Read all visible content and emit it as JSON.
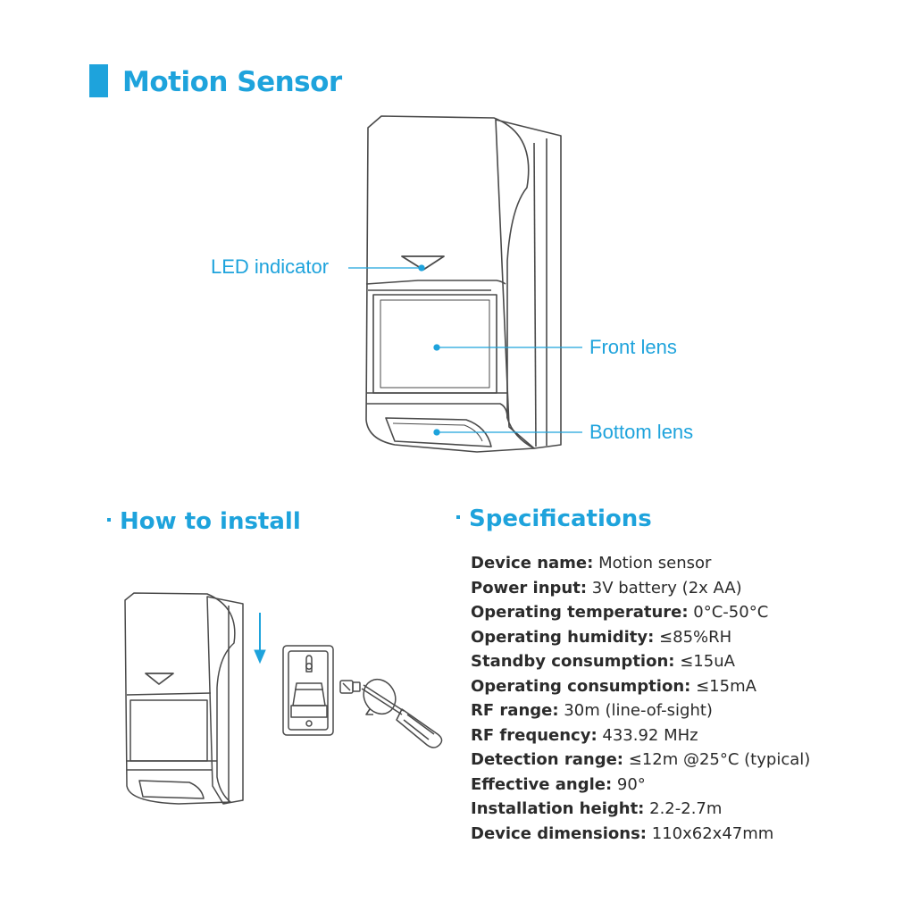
{
  "page": {
    "title": "Motion Sensor",
    "accent_color": "#1ea3dc"
  },
  "diagram": {
    "callouts": {
      "led": "LED indicator",
      "front_lens": "Front lens",
      "bottom_lens": "Bottom lens"
    }
  },
  "install": {
    "heading": "How to install",
    "icons": [
      "sensor-device-icon",
      "down-arrow-icon",
      "wall-bracket-icon",
      "screw-icon",
      "screwdriver-icon",
      "rotate-arrow-icon"
    ]
  },
  "specs": {
    "heading": "Specifications",
    "items": [
      {
        "label": "Device name:",
        "value": "Motion sensor"
      },
      {
        "label": "Power input:",
        "value": "3V battery (2x AA)"
      },
      {
        "label": "Operating temperature:",
        "value": "0°C-50°C"
      },
      {
        "label": "Operating humidity:",
        "value": "≤85%RH"
      },
      {
        "label": "Standby consumption:",
        "value": "≤15uA"
      },
      {
        "label": "Operating consumption:",
        "value": "≤15mA"
      },
      {
        "label": "RF range:",
        "value": "30m (line-of-sight)"
      },
      {
        "label": "RF frequency:",
        "value": "433.92 MHz"
      },
      {
        "label": "Detection range:",
        "value": "≤12m @25°C (typical)"
      },
      {
        "label": "Effective angle:",
        "value": "90°"
      },
      {
        "label": "Installation height:",
        "value": "2.2-2.7m"
      },
      {
        "label": "Device dimensions:",
        "value": "110x62x47mm"
      }
    ]
  }
}
